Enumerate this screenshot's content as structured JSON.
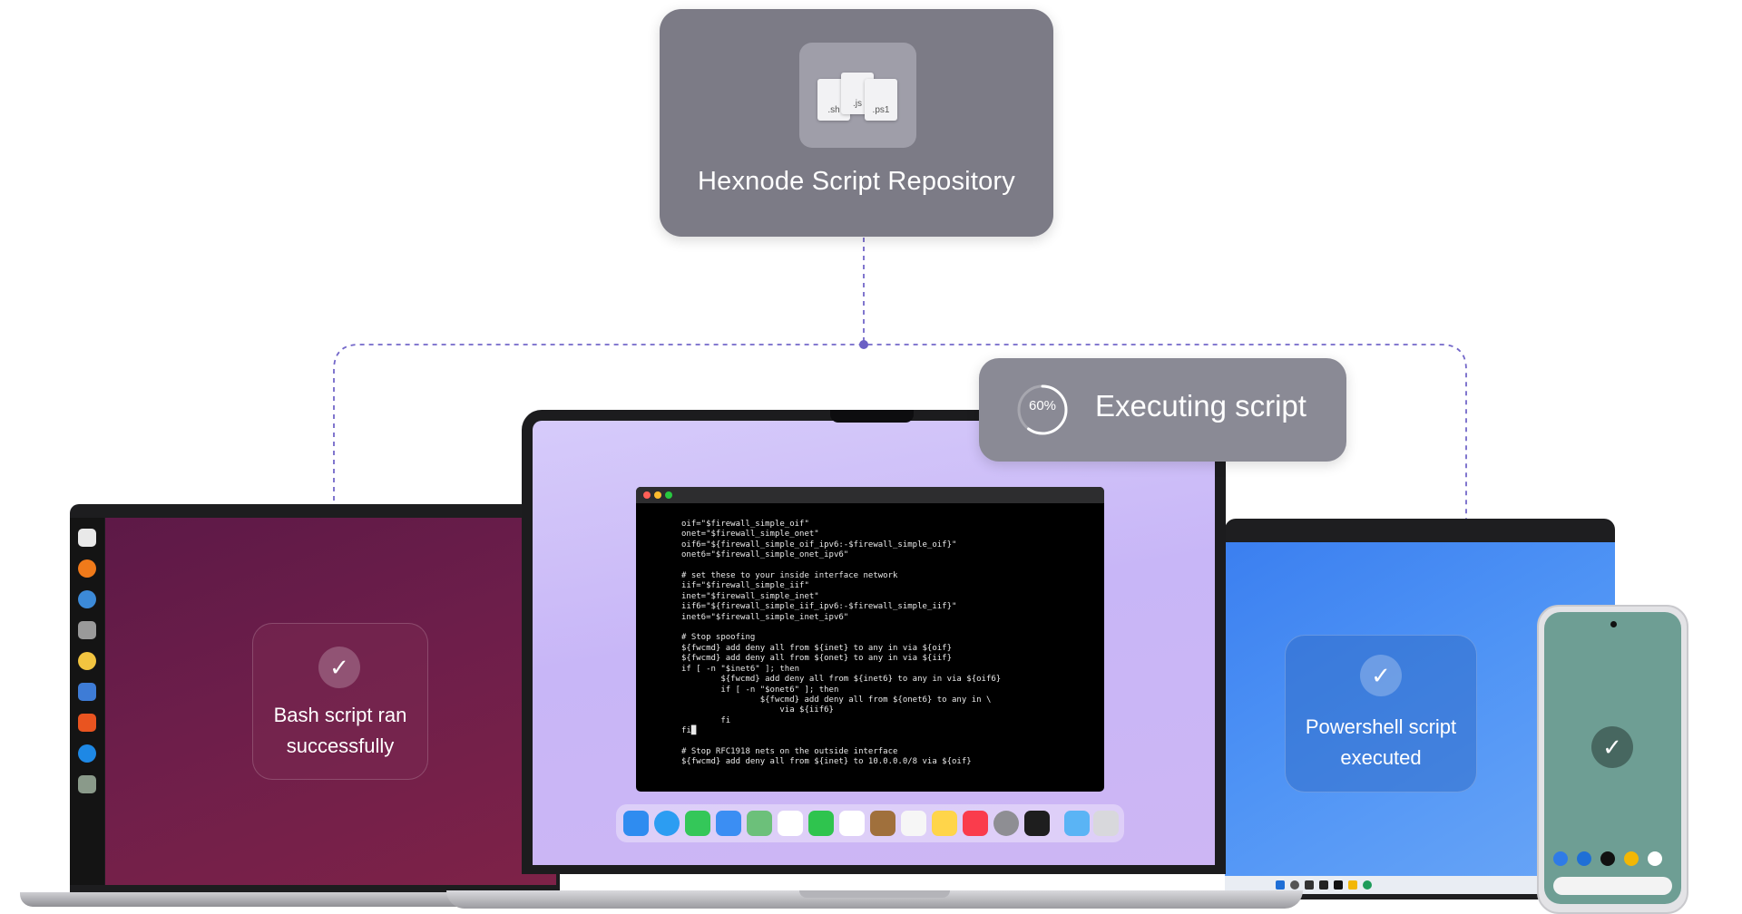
{
  "repository": {
    "title": "Hexnode Script Repository",
    "file_types": [
      ".sh",
      ".js",
      ".ps1"
    ]
  },
  "executing": {
    "progress_label": "60%",
    "progress": 0.6,
    "label": "Executing script"
  },
  "bash_card": {
    "line1": "Bash script ran",
    "line2": "successfully",
    "icon": "check-icon"
  },
  "powershell_card": {
    "line1": "Powershell script",
    "line2": "executed",
    "icon": "check-icon"
  },
  "phone_card": {
    "icon": "check-icon"
  },
  "terminal": {
    "code": "oif=\"$firewall_simple_oif\"\nonet=\"$firewall_simple_onet\"\noif6=\"${firewall_simple_oif_ipv6:-$firewall_simple_oif}\"\nonet6=\"$firewall_simple_onet_ipv6\"\n\n# set these to your inside interface network\niif=\"$firewall_simple_iif\"\ninet=\"$firewall_simple_inet\"\niif6=\"${firewall_simple_iif_ipv6:-$firewall_simple_iif}\"\ninet6=\"$firewall_simple_inet_ipv6\"\n\n# Stop spoofing\n${fwcmd} add deny all from ${inet} to any in via ${oif}\n${fwcmd} add deny all from ${onet} to any in via ${iif}\nif [ -n \"$inet6\" ]; then\n        ${fwcmd} add deny all from ${inet6} to any in via ${oif6}\n        if [ -n \"$onet6\" ]; then\n                ${fwcmd} add deny all from ${onet6} to any in \\\n                    via ${iif6}\n        fi\nfi█\n\n# Stop RFC1918 nets on the outside interface\n${fwcmd} add deny all from ${inet} to 10.0.0.0/8 via ${oif}",
    "window_dots": [
      "#ff5f57",
      "#febc2e",
      "#28c840"
    ]
  },
  "colors": {
    "connector": "#7367c9",
    "repo_card": "#7c7b86",
    "exec_pill": "#8a8a95"
  }
}
